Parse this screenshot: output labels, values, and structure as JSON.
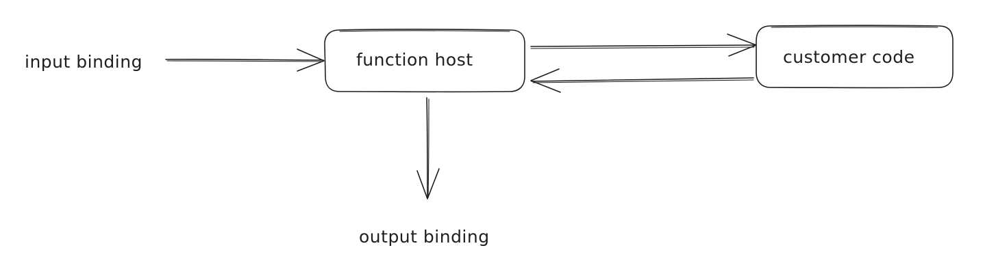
{
  "diagram": {
    "nodes": {
      "function_host": {
        "label": "function host"
      },
      "customer_code": {
        "label": "customer code"
      }
    },
    "labels": {
      "input_binding": "input binding",
      "output_binding": "output binding"
    },
    "colors": {
      "stroke": "#1e1e1e",
      "background": "#ffffff"
    }
  }
}
